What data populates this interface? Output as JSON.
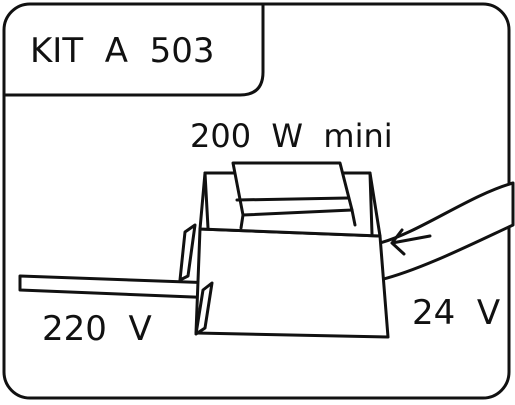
{
  "kit_label": "KIT  A  503",
  "power_label": "200  W  mini",
  "input_voltage_label": "220  V",
  "output_voltage_label": "24  V",
  "colors": {
    "ink": "#111111",
    "paper": "#ffffff"
  }
}
